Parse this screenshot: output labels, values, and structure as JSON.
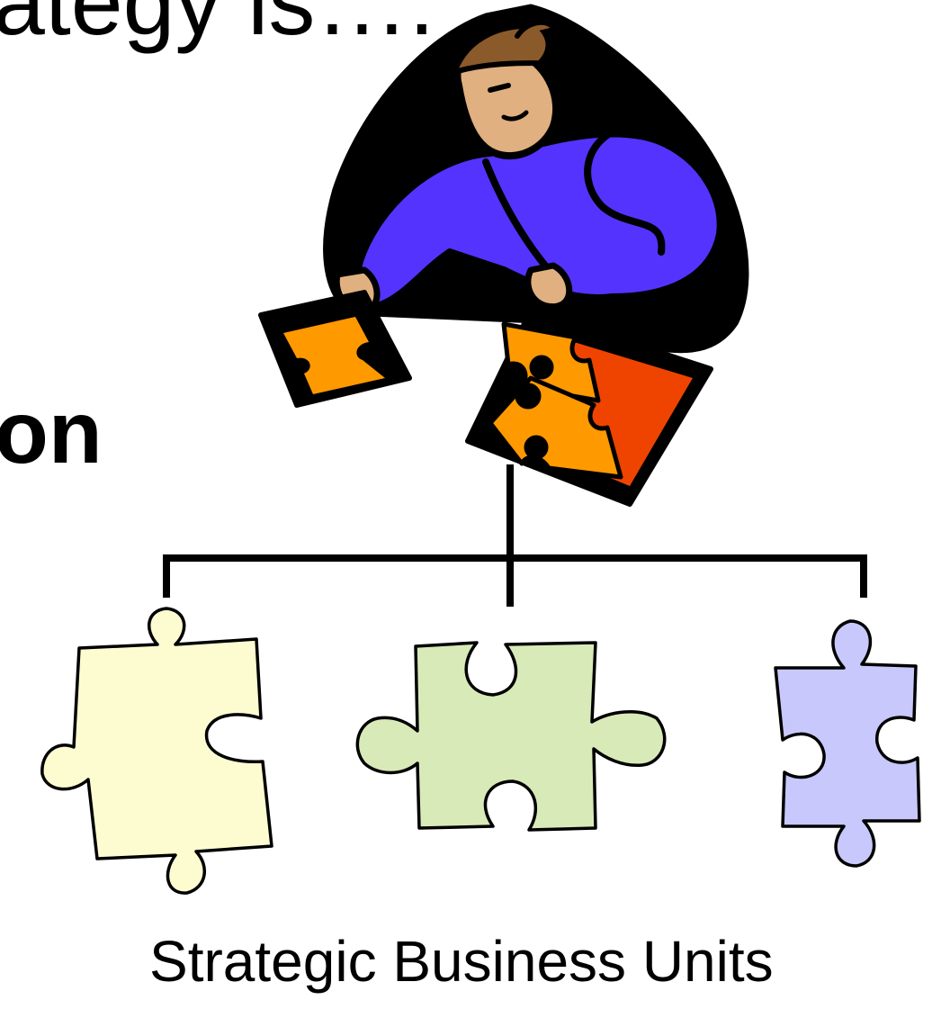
{
  "slide": {
    "title_fragment": "ategy is….",
    "bold_fragment": "on",
    "caption": "Strategic Business Units"
  },
  "colors": {
    "shirt": "#5533ff",
    "skin": "#e0b080",
    "hair": "#8b5a2b",
    "puzzle_orange": "#ff9900",
    "puzzle_red": "#ee4400",
    "piece_yellow": "#fdfcd0",
    "piece_green": "#d8eab8",
    "piece_lavender": "#c8c8fc",
    "line": "#000000"
  },
  "icons": [
    "person-assembling-puzzle-illustration",
    "puzzle-piece-icon"
  ]
}
